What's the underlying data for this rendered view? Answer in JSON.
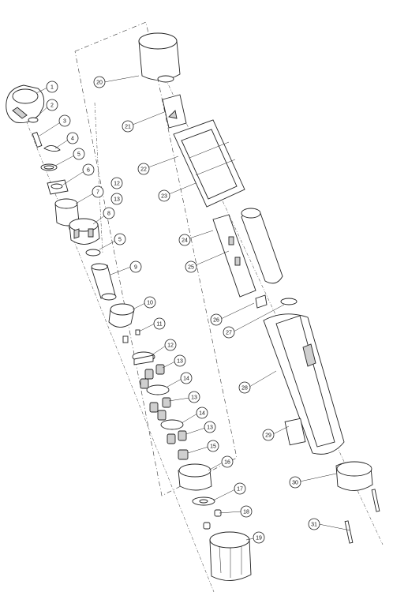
{
  "diagram": {
    "type": "exploded-assembly",
    "callouts": [
      {
        "id": "1",
        "label": "1"
      },
      {
        "id": "2",
        "label": "2"
      },
      {
        "id": "3",
        "label": "3"
      },
      {
        "id": "4",
        "label": "4"
      },
      {
        "id": "5a",
        "label": "5"
      },
      {
        "id": "6",
        "label": "6"
      },
      {
        "id": "7",
        "label": "7"
      },
      {
        "id": "8",
        "label": "8"
      },
      {
        "id": "12",
        "label": "12"
      },
      {
        "id": "13a",
        "label": "13"
      },
      {
        "id": "5b",
        "label": "5"
      },
      {
        "id": "9",
        "label": "9"
      },
      {
        "id": "10",
        "label": "10"
      },
      {
        "id": "11",
        "label": "11"
      },
      {
        "id": "12b",
        "label": "12"
      },
      {
        "id": "13b",
        "label": "13"
      },
      {
        "id": "14a",
        "label": "14"
      },
      {
        "id": "13c",
        "label": "13"
      },
      {
        "id": "14b",
        "label": "14"
      },
      {
        "id": "13d",
        "label": "13"
      },
      {
        "id": "15",
        "label": "15"
      },
      {
        "id": "16",
        "label": "16"
      },
      {
        "id": "17",
        "label": "17"
      },
      {
        "id": "18",
        "label": "18"
      },
      {
        "id": "19",
        "label": "19"
      },
      {
        "id": "20",
        "label": "20"
      },
      {
        "id": "21",
        "label": "21"
      },
      {
        "id": "22",
        "label": "22"
      },
      {
        "id": "23",
        "label": "23"
      },
      {
        "id": "24",
        "label": "24"
      },
      {
        "id": "25",
        "label": "25"
      },
      {
        "id": "26",
        "label": "26"
      },
      {
        "id": "27",
        "label": "27"
      },
      {
        "id": "28",
        "label": "28"
      },
      {
        "id": "29",
        "label": "29"
      },
      {
        "id": "30",
        "label": "30"
      },
      {
        "id": "31",
        "label": "31"
      }
    ]
  }
}
